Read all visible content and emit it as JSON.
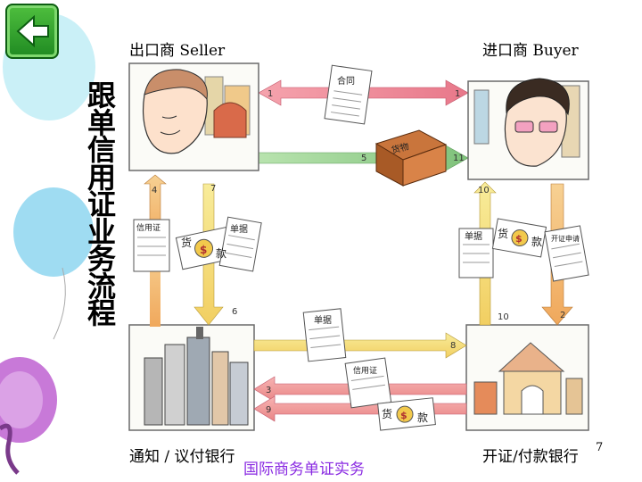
{
  "nav": {
    "back_icon": "left-arrow-icon"
  },
  "title_chars": [
    "跟",
    "单",
    "信",
    "用",
    "证",
    "业",
    "务",
    "流",
    "程"
  ],
  "labels": {
    "seller": "出口商 Seller",
    "buyer": "进口商 Buyer",
    "advising_bank": "通知 / 议付银行",
    "issuing_bank": "开证/付款银行"
  },
  "footer": "国际商务单证实务",
  "page_number": "7",
  "documents": {
    "contract": "合同",
    "goods": "货物",
    "lc": "信用证",
    "payment_huo": "货",
    "payment_kuan": "款",
    "docs": "单据",
    "application": "开证申请",
    "dollar": "$"
  },
  "arrow_numbers": {
    "a1_left": "1",
    "a1_right": "1",
    "a5": "5",
    "a11": "11",
    "a4": "4",
    "a7": "7",
    "a6": "6",
    "a10_top": "10",
    "a10_bottom": "10",
    "a2": "2",
    "a8": "8",
    "a3": "3",
    "a9": "9"
  },
  "colors": {
    "pink_arrow": "#e8788a",
    "green_arrow": "#8fcf8a",
    "orange_arrow": "#f3b968",
    "yellow_arrow": "#f3e07a",
    "border": "#6a6a6a"
  }
}
